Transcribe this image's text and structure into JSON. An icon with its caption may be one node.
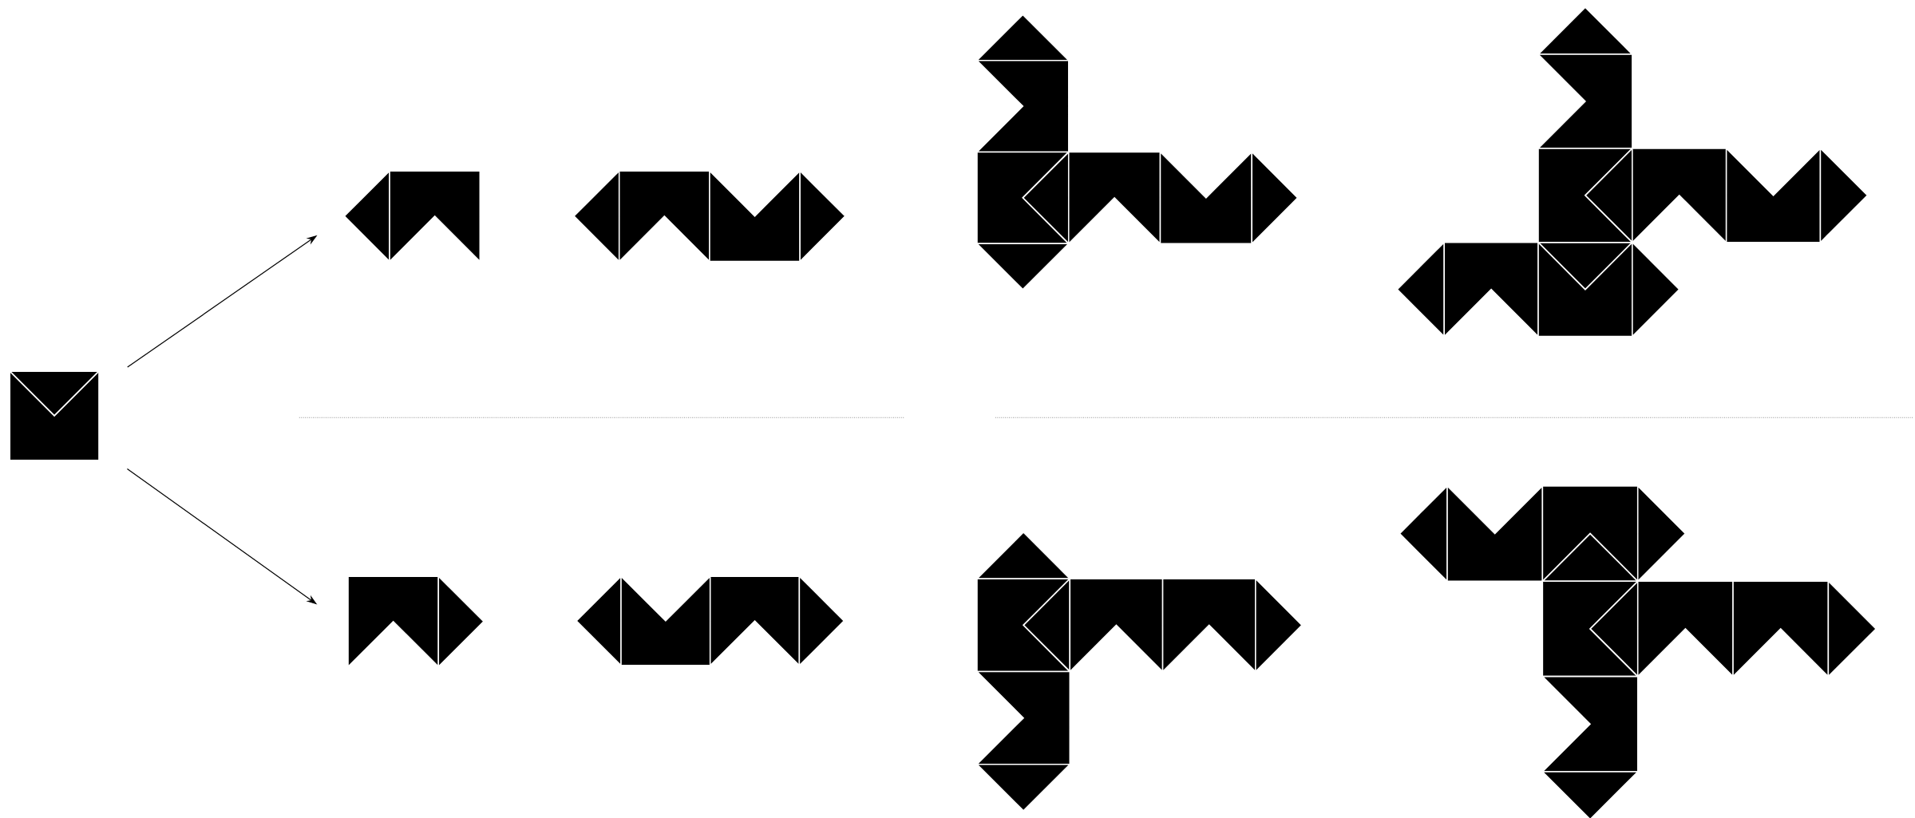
{
  "diagram": {
    "nodes": [
      {
        "text": [],
        "shape": "picture"
      },
      {
        "text": [],
        "shape": "picture"
      },
      {
        "text": [],
        "shape": "picture"
      },
      {
        "text": [],
        "shape": "picture"
      },
      {
        "text": [],
        "shape": "picture"
      },
      {
        "text": [],
        "shape": "picture"
      },
      {
        "text": [],
        "shape": "picture"
      },
      {
        "text": [],
        "shape": "picture"
      },
      {
        "text": [],
        "shape": "picture"
      }
    ],
    "edges": [
      {
        "from": 0,
        "to": 1,
        "arrow": "to"
      },
      {
        "from": 0,
        "to": 5,
        "arrow": "to"
      }
    ]
  }
}
